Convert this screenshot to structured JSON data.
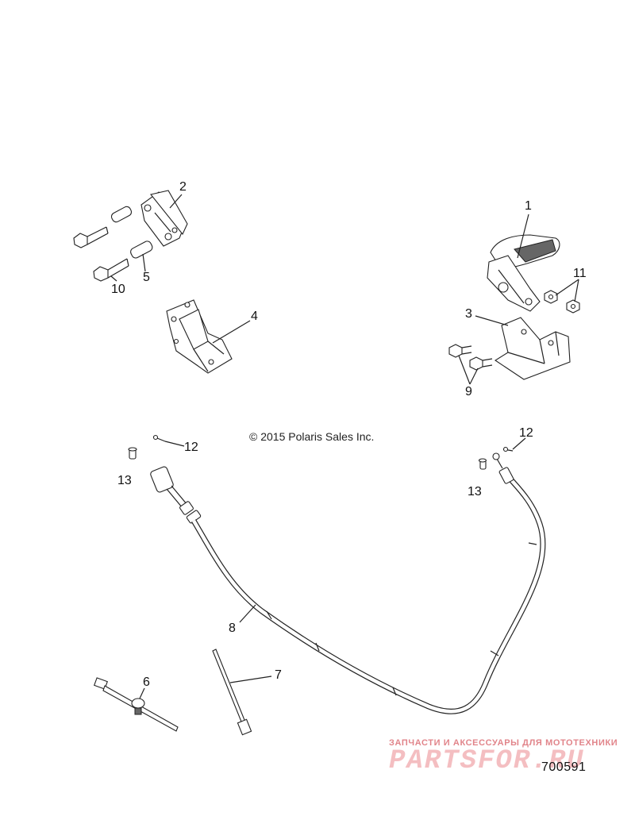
{
  "callouts": {
    "c1": "1",
    "c2": "2",
    "c3": "3",
    "c4": "4",
    "c5": "5",
    "c6": "6",
    "c7": "7",
    "c8": "8",
    "c9": "9",
    "c10": "10",
    "c11": "11",
    "c12a": "12",
    "c12b": "12",
    "c13a": "13",
    "c13b": "13"
  },
  "copyright": "© 2015 Polaris Sales Inc.",
  "drawing_number": "700591",
  "watermark": {
    "tagline": "ЗАПЧАСТИ И АКСЕССУАРЫ ДЛЯ МОТОТЕХНИКИ",
    "site": "PARTSFOR.RU"
  },
  "colors": {
    "line": "#222222",
    "background": "#ffffff",
    "watermark": "#dc2832"
  }
}
